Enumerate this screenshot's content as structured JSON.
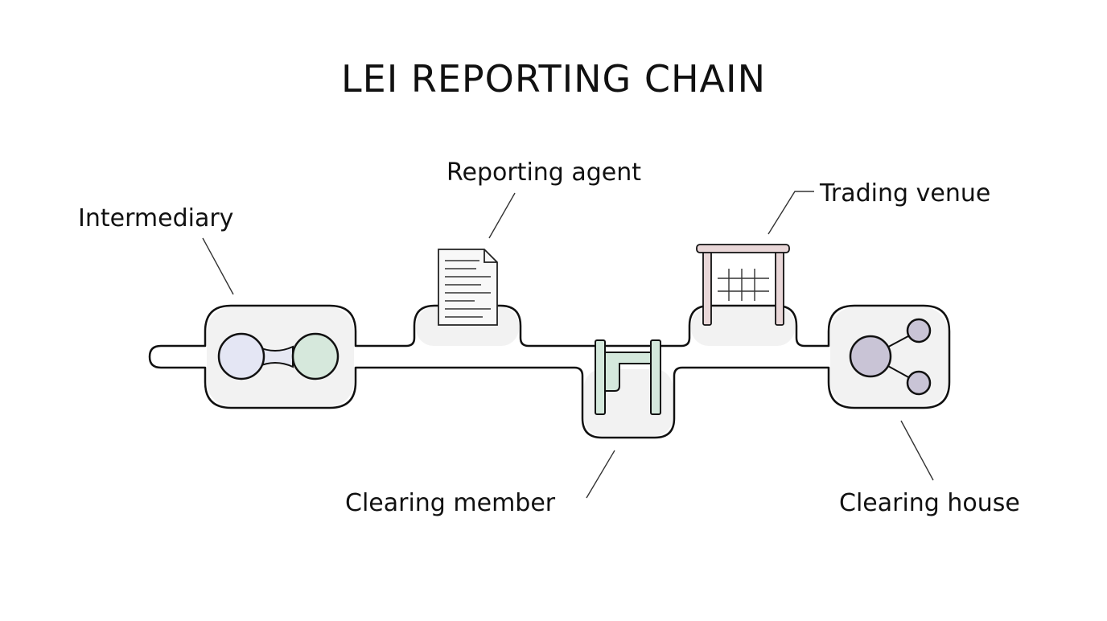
{
  "title": "LEI REPORTING CHAIN",
  "nodes": [
    {
      "id": "intermediary",
      "label": "Intermediary",
      "icon": "linked-circles-icon",
      "color_left": "#e4e6f4",
      "color_right": "#d6e8dc"
    },
    {
      "id": "reporting-agent",
      "label": "Reporting agent",
      "icon": "document-icon"
    },
    {
      "id": "clearing-member",
      "label": "Clearing member",
      "icon": "bracket-frame-icon",
      "color": "#d4e8dc"
    },
    {
      "id": "trading-venue",
      "label": "Trading venue",
      "icon": "table-grid-icon",
      "color": "#e9d7d8"
    },
    {
      "id": "clearing-house",
      "label": "Clearing house",
      "icon": "network-nodes-icon",
      "color": "#c9c4d6"
    }
  ],
  "colors": {
    "pipe_fill": "#ffffff",
    "pod_fill": "#f1f1f1",
    "line": "#111111"
  }
}
